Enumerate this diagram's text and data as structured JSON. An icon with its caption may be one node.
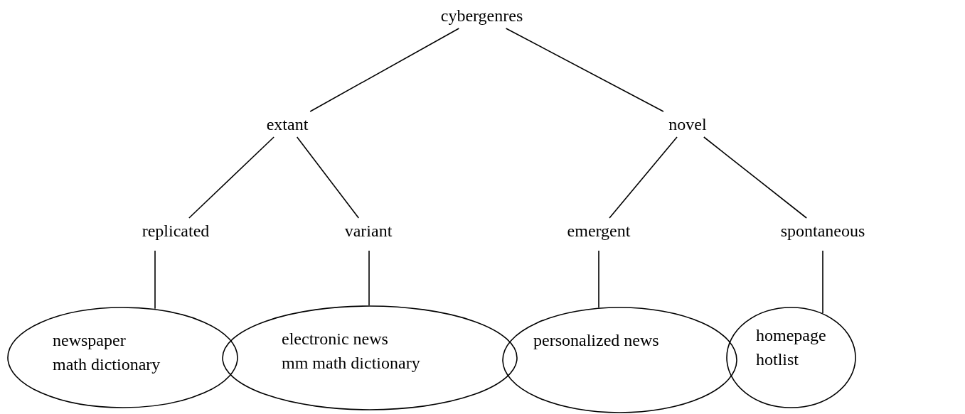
{
  "diagram": {
    "nodes": [
      {
        "text": [
          "cybergenres"
        ]
      },
      {
        "text": [
          "extant"
        ]
      },
      {
        "text": [
          "novel"
        ]
      },
      {
        "text": [
          "replicated"
        ]
      },
      {
        "text": [
          "variant"
        ]
      },
      {
        "text": [
          "emergent"
        ]
      },
      {
        "text": [
          "spontaneous"
        ]
      },
      {
        "text": [
          "newspaper",
          "math dictionary"
        ]
      },
      {
        "text": [
          "electronic news",
          "mm math dictionary"
        ]
      },
      {
        "text": [
          "personalized news"
        ]
      },
      {
        "text": [
          "homepage",
          "hotlist"
        ]
      }
    ],
    "edges": [
      {
        "from": 0,
        "to": 1,
        "arrow": "none"
      },
      {
        "from": 0,
        "to": 2,
        "arrow": "none"
      },
      {
        "from": 1,
        "to": 3,
        "arrow": "none"
      },
      {
        "from": 1,
        "to": 4,
        "arrow": "none"
      },
      {
        "from": 2,
        "to": 5,
        "arrow": "none"
      },
      {
        "from": 2,
        "to": 6,
        "arrow": "none"
      },
      {
        "from": 3,
        "to": 7,
        "arrow": "none"
      },
      {
        "from": 4,
        "to": 8,
        "arrow": "none"
      },
      {
        "from": 5,
        "to": 9,
        "arrow": "none"
      },
      {
        "from": 6,
        "to": 10,
        "arrow": "none"
      }
    ]
  }
}
